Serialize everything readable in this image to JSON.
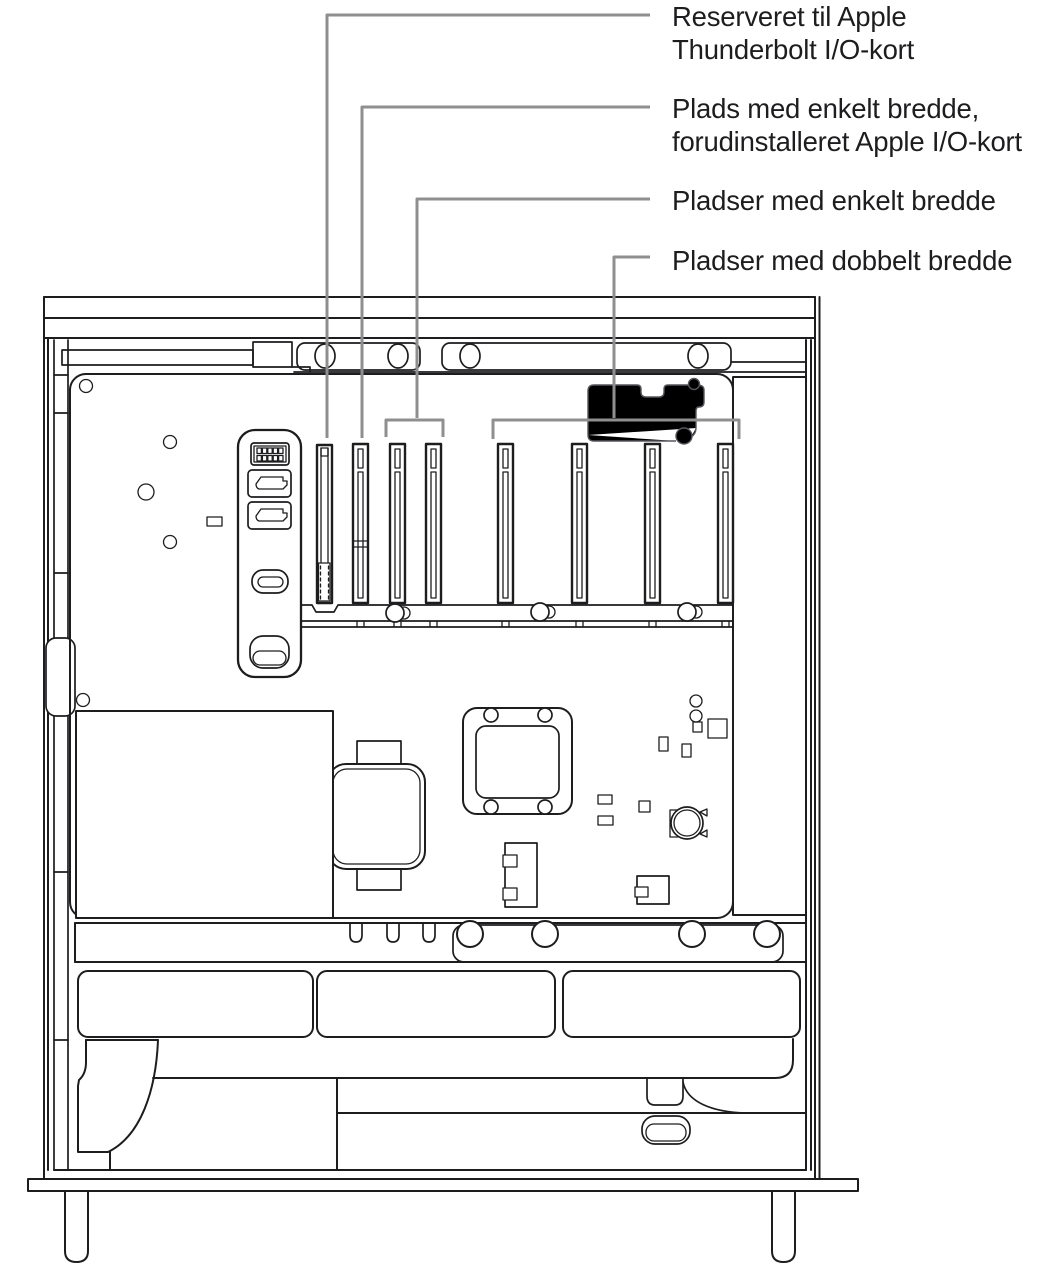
{
  "page": {
    "background_color": "#ffffff",
    "language": "da"
  },
  "illustration": {
    "name": "mac-pro-side-view-line-art",
    "depicts": "mac-pro-internals-side-view",
    "pcie_slots_depicted": 8,
    "colors": {
      "line_art": "#1d1d1f",
      "callout_line": "#8f8f8f",
      "text": "#1d1d1f",
      "background": "#ffffff"
    }
  },
  "callouts": [
    {
      "name": "callout-reserved-apple-thunderbolt",
      "lines": [
        "Reserveret til Apple",
        "Thunderbolt I/O-kort"
      ]
    },
    {
      "name": "callout-single-width-preinstalled",
      "lines": [
        "Plads med enkelt bredde,",
        "forudinstalleret Apple I/O-kort"
      ]
    },
    {
      "name": "callout-single-width-slots",
      "lines": [
        "Pladser med enkelt bredde"
      ]
    },
    {
      "name": "callout-double-width-slots",
      "lines": [
        "Pladser med dobbelt bredde"
      ]
    }
  ]
}
